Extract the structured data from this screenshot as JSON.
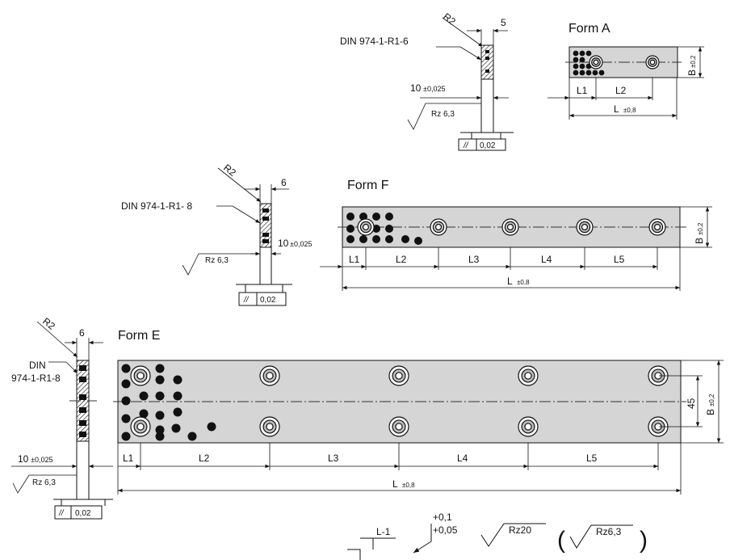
{
  "colors": {
    "plate": "#d5d5d5",
    "line": "#111111",
    "graphite": "#111111"
  },
  "form_a": {
    "title": "Form A",
    "radius": "R2",
    "din": "DIN 974-1-R1-6",
    "width": "5",
    "thickness": "10",
    "thickness_tol": "±0,025",
    "rz": "Rz 6,3",
    "parallel_sym": "//",
    "parallel_val": "0,02",
    "l1": "L1",
    "l2": "L2",
    "l": "L",
    "l_tol": "±0,8",
    "b": "B",
    "b_tol": "±0,2"
  },
  "form_f": {
    "title": "Form F",
    "radius": "R2",
    "din": "DIN 974-1-R1- 8",
    "width": "6",
    "thickness": "10",
    "thickness_tol": "±0,025",
    "rz": "Rz 6,3",
    "parallel_sym": "//",
    "parallel_val": "0,02",
    "l1": "L1",
    "l2": "L2",
    "l3": "L3",
    "l4": "L4",
    "l5": "L5",
    "l": "L",
    "l_tol": "±0,8",
    "b": "B",
    "b_tol": "±0,2"
  },
  "form_e": {
    "title": "Form E",
    "radius": "R2",
    "din_line1": "DIN",
    "din_line2": "974-1-R1-8",
    "width": "6",
    "thickness": "10",
    "thickness_tol": "±0,025",
    "rz": "Rz 6,3",
    "parallel_sym": "//",
    "parallel_val": "0,02",
    "l1": "L1",
    "l2": "L2",
    "l3": "L3",
    "l4": "L4",
    "l5": "L5",
    "l": "L",
    "l_tol": "±0,8",
    "b": "B",
    "b_tol": "±0,2",
    "spacing": "45"
  },
  "legend": {
    "datum": "L-1",
    "tol_upper": "+0,1",
    "tol_lower": "+0,05",
    "rz_general": "Rz20",
    "rz_other": "Rz6,3",
    "paren_open": "(",
    "paren_close": ")"
  }
}
